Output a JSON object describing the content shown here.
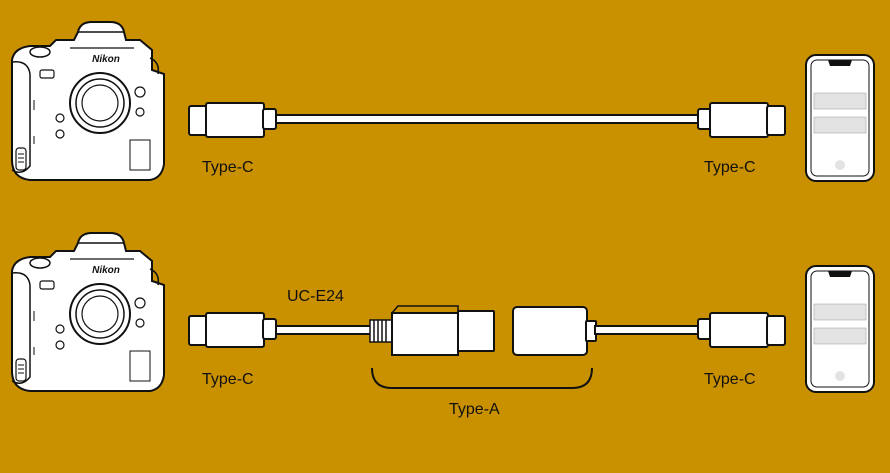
{
  "diagram": {
    "background_color": "#c99000",
    "line_color": "#111111",
    "fill_color": "#ffffff",
    "rows": [
      {
        "camera": {
          "brand": "Nikon"
        },
        "left_connector_label": "Type-C",
        "right_connector_label": "Type-C",
        "device_icon": "smartphone-icon"
      },
      {
        "camera": {
          "brand": "Nikon"
        },
        "left_connector_label": "Type-C",
        "cable_label": "UC-E24",
        "adapter_label": "Type-A",
        "right_connector_label": "Type-C",
        "device_icon": "smartphone-icon"
      }
    ]
  }
}
